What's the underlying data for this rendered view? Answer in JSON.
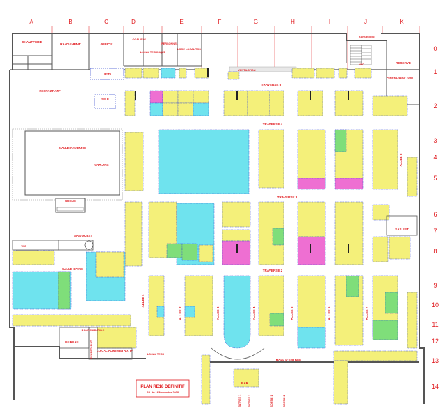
{
  "colors": {
    "stand_yellow": "#f4f07a",
    "stand_cyan": "#6fe3ee",
    "stand_magenta": "#ee6fd2",
    "stand_green": "#7fde7a",
    "wall": "#555555",
    "label_red": "#e0181c"
  },
  "grid": {
    "columns": [
      "A",
      "B",
      "C",
      "D",
      "E",
      "F",
      "G",
      "H",
      "I",
      "J",
      "K"
    ],
    "rows": [
      "0",
      "1",
      "2",
      "3",
      "4",
      "5",
      "6",
      "7",
      "8",
      "9",
      "10",
      "11",
      "12",
      "13",
      "14"
    ]
  },
  "rooms": {
    "chaufferie": "CHAUFFERIE",
    "rangement_b": "RANGEMENT",
    "office": "OFFICE",
    "local_edf": "LOCAL EDF",
    "local_technique": "LOCAL TECHNIQUE",
    "personnel": "PERSONNEL",
    "loge_tgs": "LOGE LOCAL TGS",
    "rangement_j": "RANGEMENT",
    "reserve": "RESERVE",
    "porte_levante": "Porte à Lisseur 70mx",
    "bar_top": "BAR",
    "restaurant": "RESTAURANT",
    "self": "SELF",
    "salle_ravenne": "SALLE RAVENNE",
    "gradins": "GRADINS",
    "scene": "SCENE",
    "sas_ouest": "SAS OUEST",
    "sas_est": "SAS EST",
    "salle_spire": "SALLE SPIRE",
    "bureau": "BUREAU",
    "secretariat": "SECRETARIAT",
    "rangement_wc": "RANGEMENT W.C",
    "local_administratif": "LOCAL ADMINISTRATIF",
    "local_tech": "LOCAL TECH",
    "hall_entree": "HALL D'ENTREE",
    "bar_bottom": "BAR",
    "ventilation": "VENTILATION",
    "wc_left": "W.C",
    "wc_right": "W.C"
  },
  "traverses": {
    "t5": "TRAVERSE 5",
    "t4": "TRAVERSE 4",
    "t3": "TRAVERSE 3",
    "t2": "TRAVERSE 2"
  },
  "allees": {
    "a1": "ALLEE 1",
    "a2": "ALLEE 2",
    "a3": "ALLEE 3",
    "a4": "ALLEE 4",
    "a5": "ALLEE 5",
    "a6": "ALLEE 6",
    "a7": "ALLEE 7",
    "a8": "ALLEE 8"
  },
  "entrances": {
    "e1": "ENTREE 1",
    "e2": "ENTREE 2",
    "s1": "SORTIE 1",
    "s2": "SORTIE 2"
  },
  "title": {
    "line1": "PLAN RE18 DEFINITIF",
    "line2": "Ed. du 16 Novembre 2018"
  }
}
